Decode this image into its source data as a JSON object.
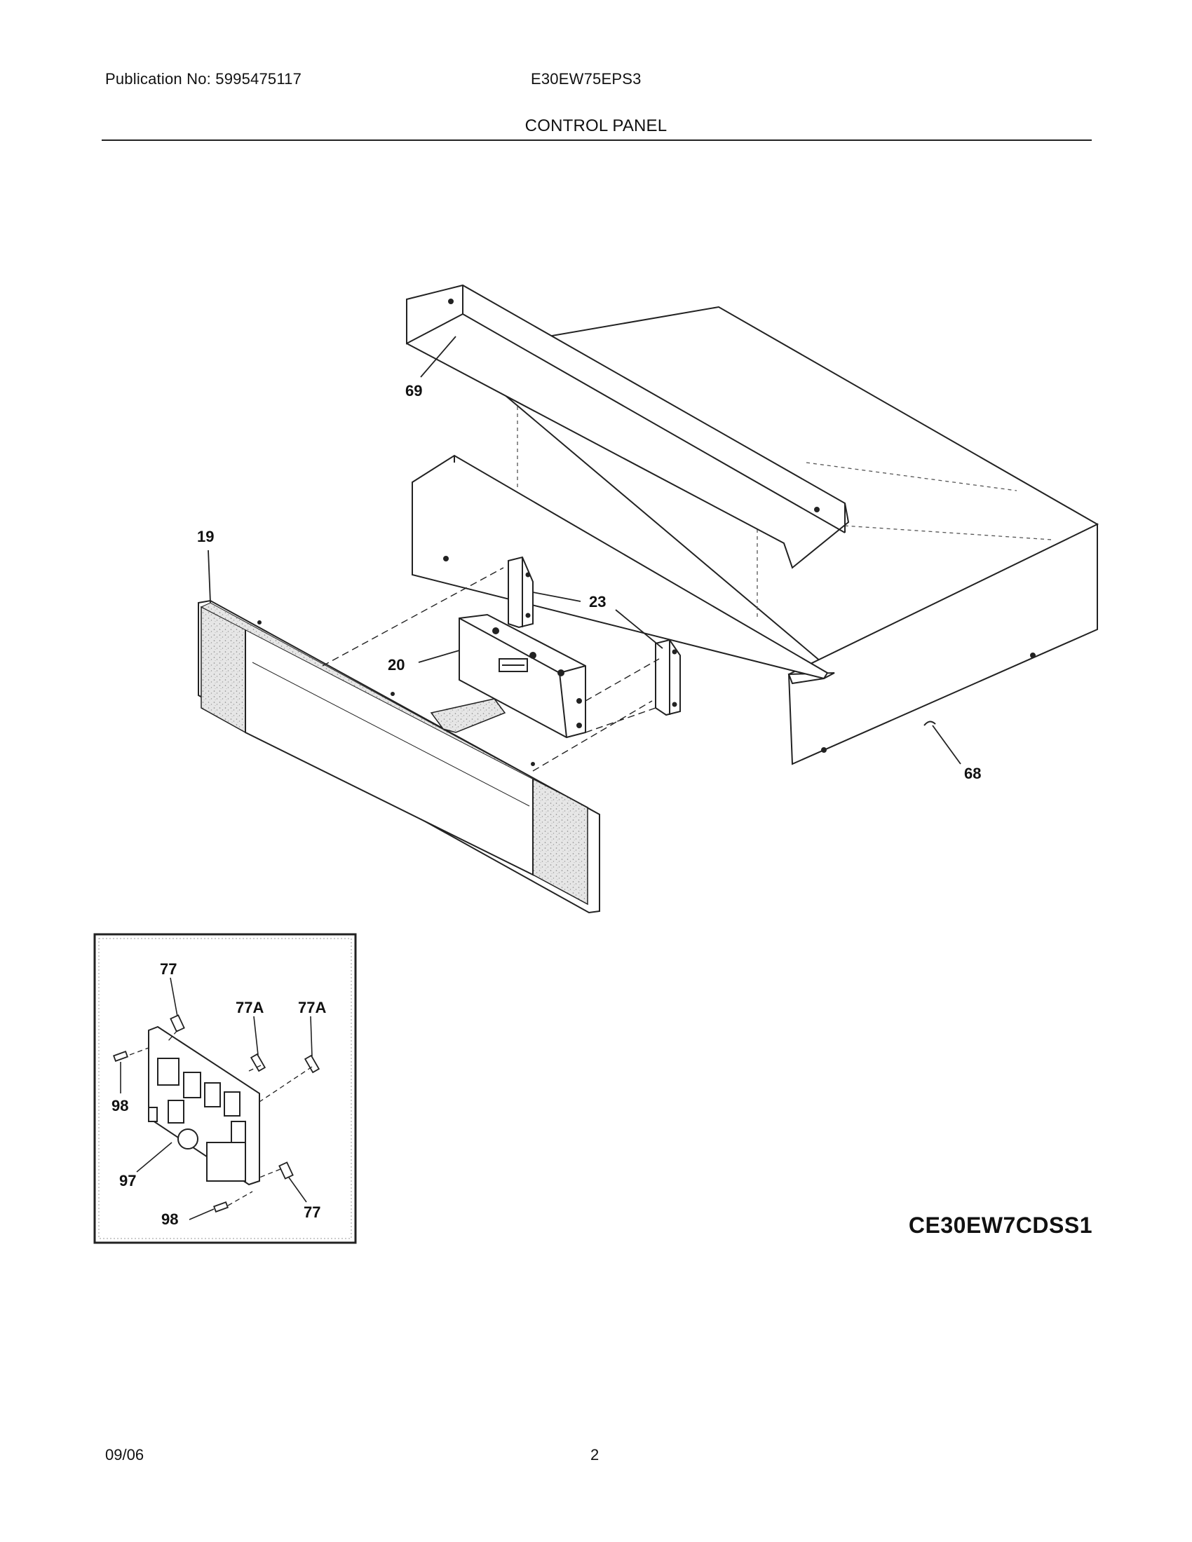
{
  "header": {
    "publication": "Publication No: 5995475117",
    "model": "E30EW75EPS3",
    "section_title": "CONTROL PANEL"
  },
  "callouts": {
    "c69": "69",
    "c19": "19",
    "c23": "23",
    "c20": "20",
    "c68": "68",
    "inset_77_top": "77",
    "inset_77a_left": "77A",
    "inset_77a_right": "77A",
    "inset_98_top": "98",
    "inset_97": "97",
    "inset_98_bottom": "98",
    "inset_77_bottom": "77"
  },
  "diagram_code": "CE30EW7CDSS1",
  "footer": {
    "date": "09/06",
    "page_number": "2"
  }
}
